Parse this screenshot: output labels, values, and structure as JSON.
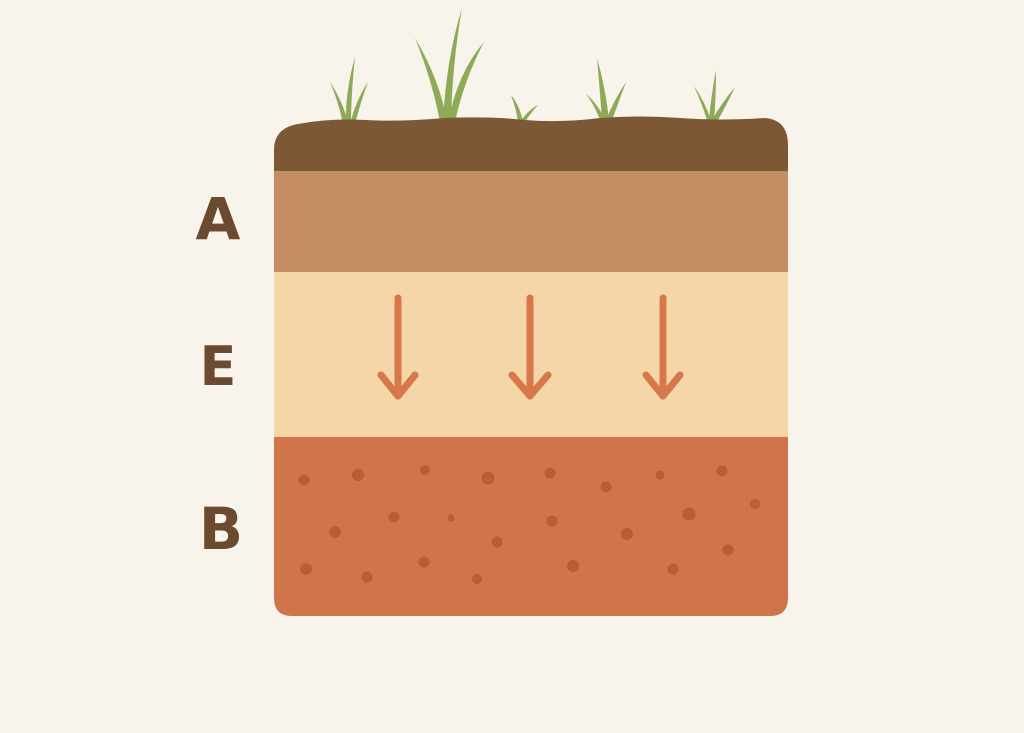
{
  "diagram": {
    "horizons": [
      {
        "id": "A",
        "label": "A",
        "color": "#c48d64"
      },
      {
        "id": "E",
        "label": "E",
        "color": "#f5d6a8"
      },
      {
        "id": "B",
        "label": "B",
        "color": "#cf744b"
      }
    ],
    "colors": {
      "background": "#f8f4ec",
      "topsoil": "#7c5835",
      "grass": "#8eaa58",
      "arrow": "#d6784a",
      "label": "#6b4a30",
      "speckle": "#b85d38"
    }
  }
}
